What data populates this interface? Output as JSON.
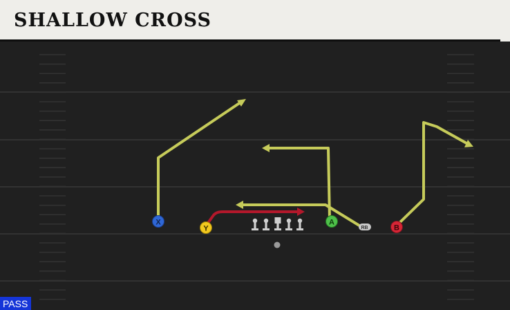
{
  "play": {
    "title": "SHALLOW CROSS",
    "type_badge": "PASS"
  },
  "players": {
    "X": {
      "label": "X",
      "color": "#2f67d6"
    },
    "Y": {
      "label": "Y",
      "color": "#f2c81e"
    },
    "A": {
      "label": "A",
      "color": "#4ec04a"
    },
    "B": {
      "label": "B",
      "color": "#d72636"
    },
    "RB": {
      "label": "RB",
      "color": "#c9c9c9"
    }
  },
  "colors": {
    "route": "#c6cb5a",
    "primary_route": "#b3182b",
    "lineman": "#cfcfcf",
    "field_line": "#3a3a3a"
  }
}
